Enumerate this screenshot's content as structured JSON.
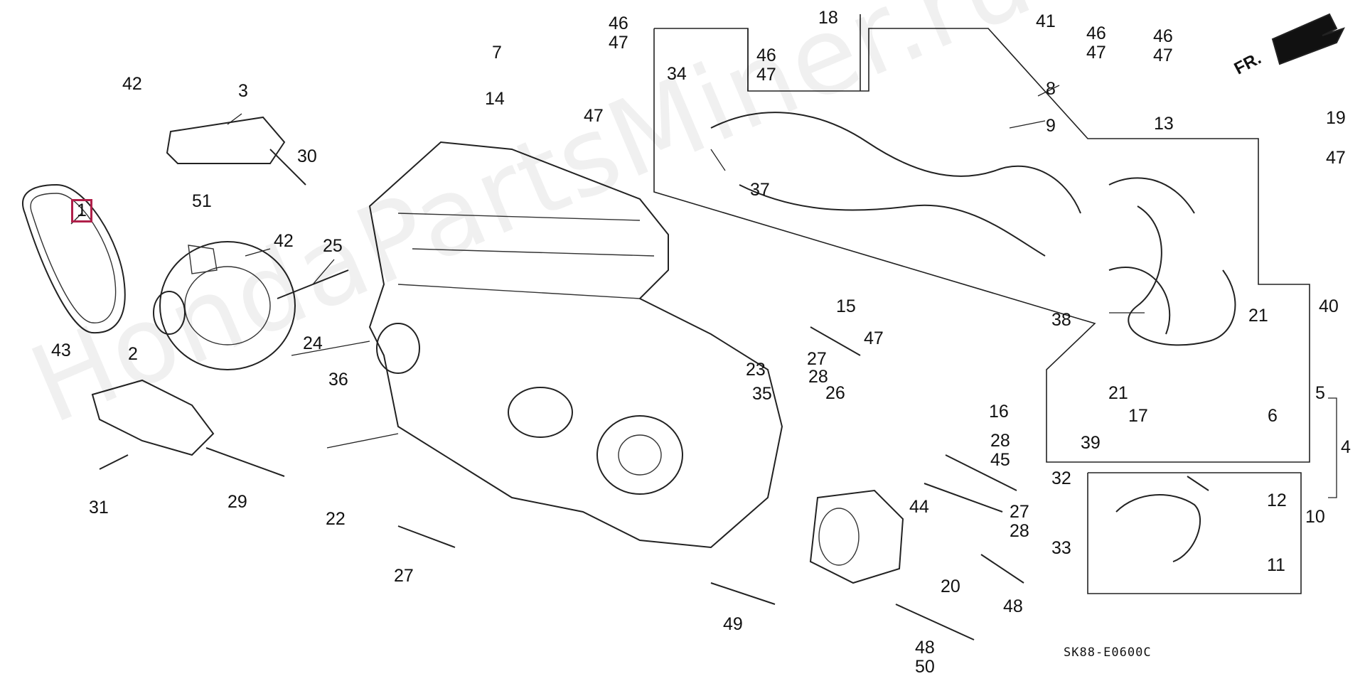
{
  "diagram": {
    "code": "SK88-E0600C",
    "watermark": "HondaPartsMiner.ru",
    "direction_label": "FR.",
    "highlight_color": "#b0204a",
    "callouts": [
      {
        "id": "c1",
        "text": "1",
        "highlight": true
      },
      {
        "id": "c2",
        "text": "2"
      },
      {
        "id": "c3",
        "text": "3"
      },
      {
        "id": "c42a",
        "text": "42"
      },
      {
        "id": "c42b",
        "text": "42"
      },
      {
        "id": "c43",
        "text": "43"
      },
      {
        "id": "c51",
        "text": "51"
      },
      {
        "id": "c30",
        "text": "30"
      },
      {
        "id": "c25",
        "text": "25"
      },
      {
        "id": "c24",
        "text": "24"
      },
      {
        "id": "c36",
        "text": "36"
      },
      {
        "id": "c31",
        "text": "31"
      },
      {
        "id": "c29",
        "text": "29"
      },
      {
        "id": "c22",
        "text": "22"
      },
      {
        "id": "c27a",
        "text": "27"
      },
      {
        "id": "c49",
        "text": "49"
      },
      {
        "id": "c4647a",
        "text": "46\n47"
      },
      {
        "id": "c7",
        "text": "7"
      },
      {
        "id": "c14",
        "text": "14"
      },
      {
        "id": "c47a",
        "text": "47"
      },
      {
        "id": "c34",
        "text": "34"
      },
      {
        "id": "c4647b",
        "text": "46\n47"
      },
      {
        "id": "c18",
        "text": "18"
      },
      {
        "id": "c41",
        "text": "41"
      },
      {
        "id": "c8",
        "text": "8"
      },
      {
        "id": "c9",
        "text": "9"
      },
      {
        "id": "c4647c",
        "text": "46\n47"
      },
      {
        "id": "c4647d",
        "text": "46\n47"
      },
      {
        "id": "c13",
        "text": "13"
      },
      {
        "id": "c19",
        "text": "19"
      },
      {
        "id": "c47b",
        "text": "47"
      },
      {
        "id": "c37",
        "text": "37"
      },
      {
        "id": "c15",
        "text": "15"
      },
      {
        "id": "c47c",
        "text": "47"
      },
      {
        "id": "c38",
        "text": "38"
      },
      {
        "id": "c21a",
        "text": "21"
      },
      {
        "id": "c40",
        "text": "40"
      },
      {
        "id": "c27b",
        "text": "27"
      },
      {
        "id": "c23",
        "text": "23"
      },
      {
        "id": "c2826",
        "text": "28"
      },
      {
        "id": "c26",
        "text": "26"
      },
      {
        "id": "c35",
        "text": "35"
      },
      {
        "id": "c16",
        "text": "16"
      },
      {
        "id": "c21b",
        "text": "21"
      },
      {
        "id": "c17",
        "text": "17"
      },
      {
        "id": "c6",
        "text": "6"
      },
      {
        "id": "c5",
        "text": "5"
      },
      {
        "id": "c4",
        "text": "4"
      },
      {
        "id": "c39",
        "text": "39"
      },
      {
        "id": "c2845",
        "text": "28\n45"
      },
      {
        "id": "c32",
        "text": "32"
      },
      {
        "id": "c44",
        "text": "44"
      },
      {
        "id": "c2728",
        "text": "27\n28"
      },
      {
        "id": "c12",
        "text": "12"
      },
      {
        "id": "c10",
        "text": "10"
      },
      {
        "id": "c11",
        "text": "11"
      },
      {
        "id": "c33",
        "text": "33"
      },
      {
        "id": "c20",
        "text": "20"
      },
      {
        "id": "c48a",
        "text": "48"
      },
      {
        "id": "c4850",
        "text": "48\n50"
      }
    ]
  }
}
